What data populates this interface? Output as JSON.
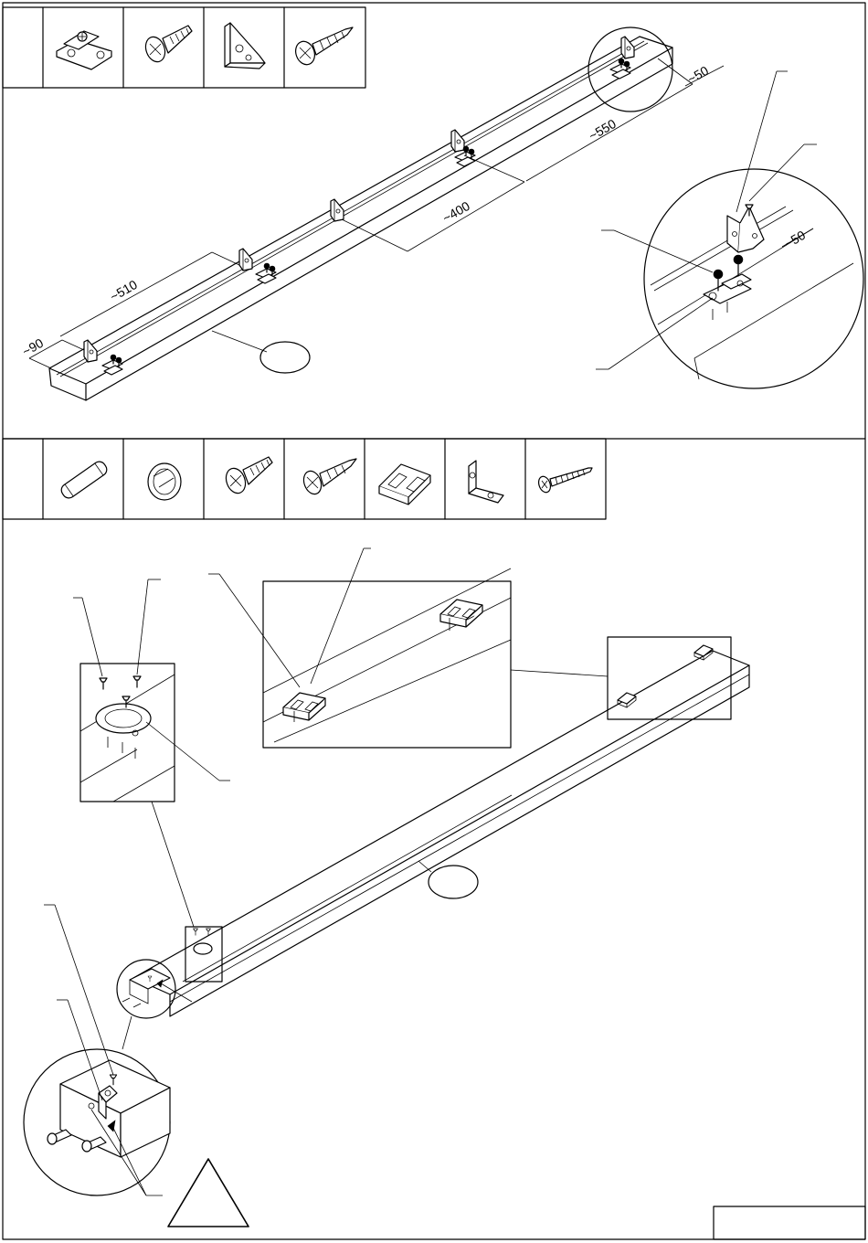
{
  "page": {
    "background": "#ffffff",
    "stroke_color": "#000000"
  },
  "step1": {
    "hardware_icons": [
      "hinge-plate-icon",
      "countersunk-screw-icon",
      "corner-bracket-icon",
      "wood-screw-icon"
    ],
    "dimensions": {
      "d90": "~90",
      "d510": "~510",
      "d400": "~400",
      "d550": "~550",
      "d50": "~50",
      "detail_d50": "~50"
    }
  },
  "step2": {
    "hardware_icons": [
      "dowel-icon",
      "cam-lock-icon",
      "countersunk-screw-icon",
      "wood-screw-icon",
      "plastic-corner-block-icon",
      "angle-bracket-icon",
      "long-screw-icon"
    ]
  },
  "warning": {
    "icon": "warning-triangle-icon"
  }
}
